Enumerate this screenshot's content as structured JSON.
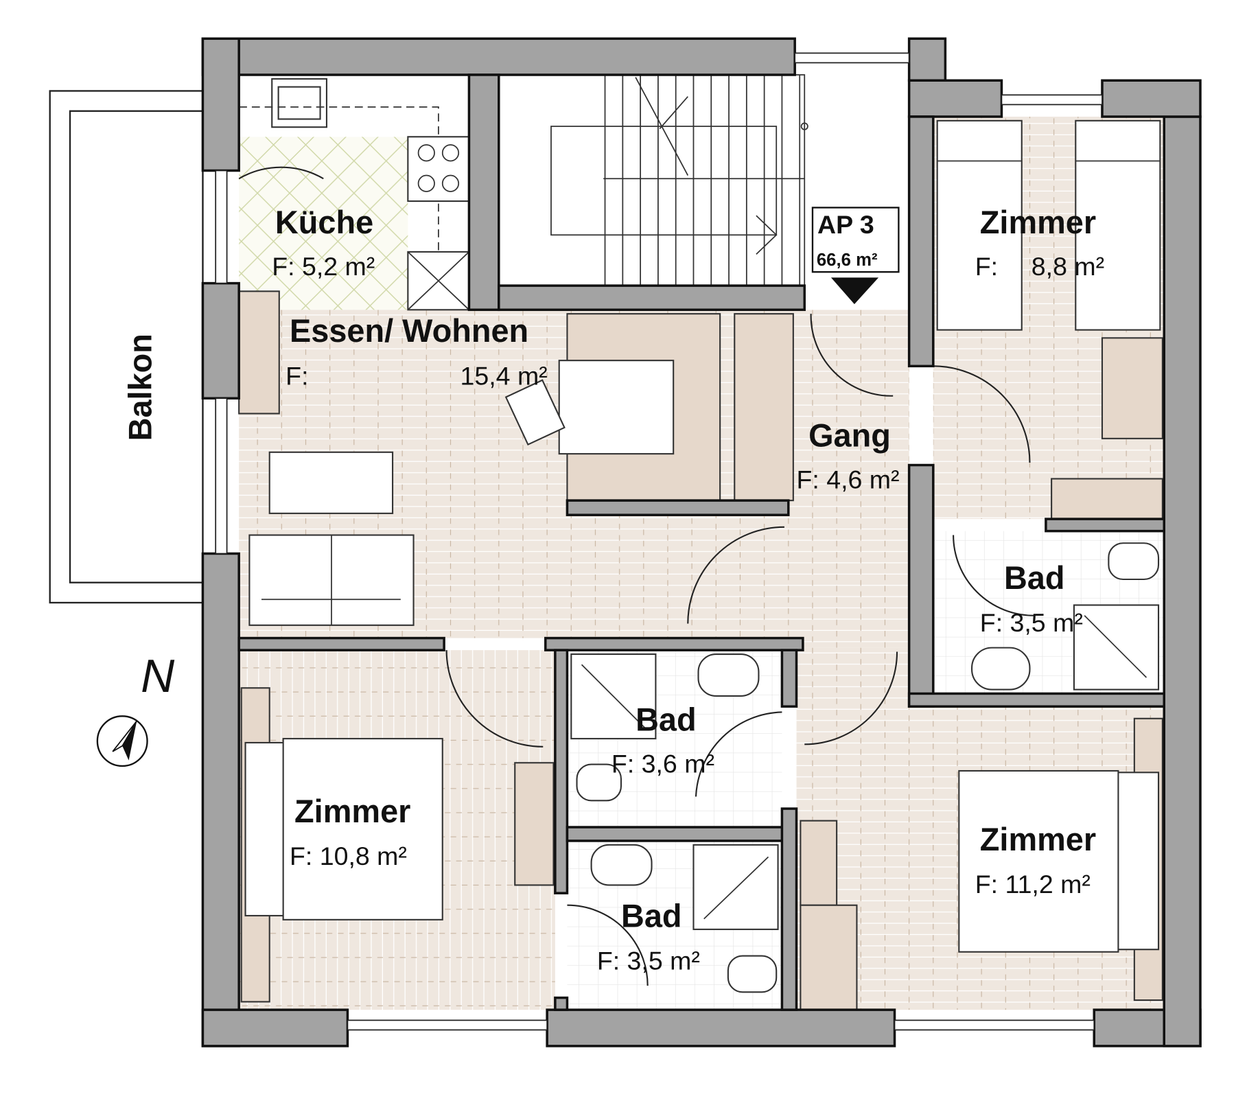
{
  "plan": {
    "unit_label": "AP 3",
    "unit_area": "66,6 m²",
    "balcony": "Balkon",
    "north": "N",
    "rooms": [
      {
        "name": "Küche",
        "area": "F: 5,2 m²"
      },
      {
        "name": "Essen/ Wohnen",
        "area_prefix": "F:",
        "area": "15,4 m²"
      },
      {
        "name": "Gang",
        "area": "F: 4,6 m²"
      },
      {
        "name": "Zimmer",
        "area_prefix": "F:",
        "area": "8,8 m²"
      },
      {
        "name": "Bad",
        "area": "F: 3,5 m²"
      },
      {
        "name": "Bad",
        "area": "F: 3,6 m²"
      },
      {
        "name": "Bad",
        "area": "F: 3,5 m²"
      },
      {
        "name": "Zimmer",
        "area": "F:  10,8 m²"
      },
      {
        "name": "Zimmer",
        "area": "F:  11,2 m²"
      }
    ]
  },
  "colors": {
    "wall": "#a3a3a3",
    "floor": "#efe7df",
    "plank_line": "#c9b6a3",
    "furniture": "#e6d8cb"
  }
}
